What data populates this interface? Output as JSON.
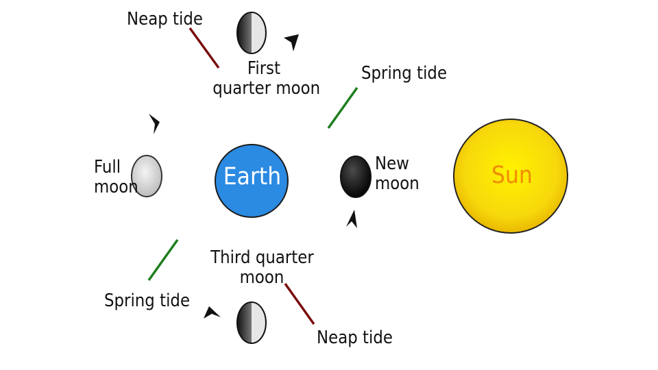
{
  "labels": {
    "neap_top": "Neap tide",
    "first_quarter": [
      "First",
      "quarter moon"
    ],
    "spring_top": "Spring tide",
    "full_moon": [
      "Full",
      "moon"
    ],
    "earth": "Earth",
    "new_moon": [
      "New",
      "moon"
    ],
    "sun": "Sun",
    "third_quarter": [
      "Third quarter",
      "moon"
    ],
    "spring_bottom": "Spring tide",
    "neap_bottom": "Neap tide"
  },
  "colors": {
    "earth": "#2b8ae2",
    "sun_fill": "#f5d60a",
    "sun_text": "#f08c00",
    "neap_line": "#7a0c0c",
    "spring_line": "#1e7e1e",
    "arrow": "#111111"
  }
}
